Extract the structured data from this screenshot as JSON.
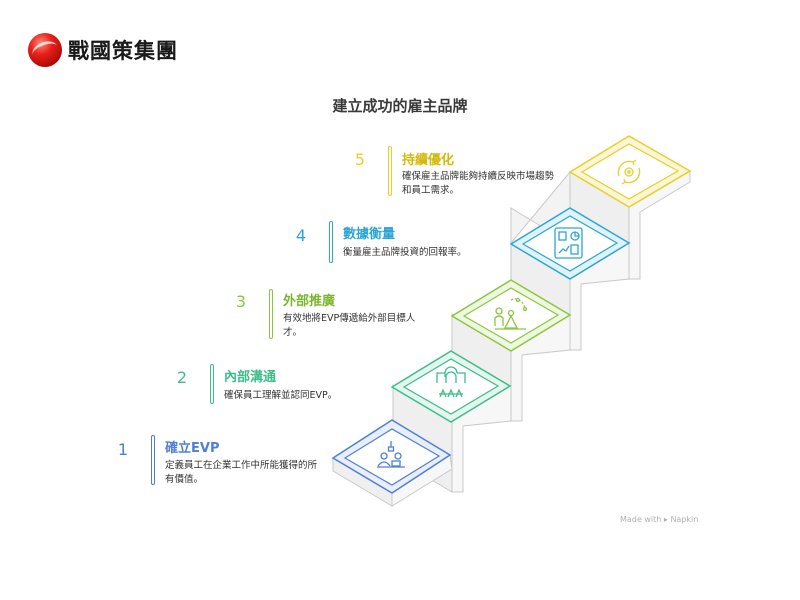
{
  "logo": {
    "text": "戰國策集團",
    "icon": "red-globe-logo-icon"
  },
  "title": "建立成功的雇主品牌",
  "steps": [
    {
      "number": "1",
      "heading": "確立EVP",
      "description": "定義員工在企業工作中所能獲得的所有價值。",
      "color": "#4f7fd8",
      "icon": "team-meeting-icon"
    },
    {
      "number": "2",
      "heading": "內部溝通",
      "description": "確保員工理解並認同EVP。",
      "color": "#3dbd8a",
      "icon": "group-communication-icon"
    },
    {
      "number": "3",
      "heading": "外部推廣",
      "description": "有效地將EVP傳遞給外部目標人才。",
      "color": "#8cc63f",
      "icon": "outreach-icon"
    },
    {
      "number": "4",
      "heading": "數據衡量",
      "description": "衡量雇主品牌投資的回報率。",
      "color": "#2aa6d6",
      "icon": "analytics-dashboard-icon"
    },
    {
      "number": "5",
      "heading": "持續優化",
      "description": "確保雇主品牌能夠持續反映市場趨勢和員工需求。",
      "color": "#e8cf2a",
      "icon": "gear-refresh-icon"
    }
  ],
  "footer": {
    "text": "Made with",
    "brand": "Napkin"
  }
}
